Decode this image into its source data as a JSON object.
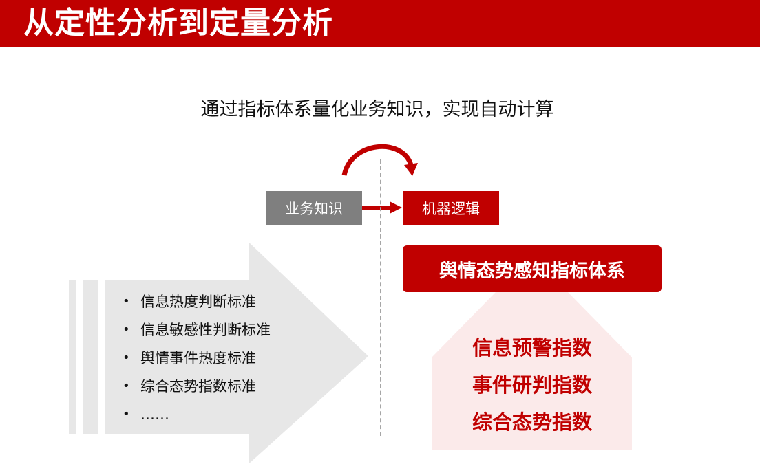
{
  "header": {
    "title": "从定性分析到定量分析"
  },
  "subtitle": "通过指标体系量化业务知识，实现自动计算",
  "flow": {
    "from_label": "业务知识",
    "to_label": "机器逻辑"
  },
  "criteria": {
    "items": [
      "信息热度判断标准",
      "信息敏感性判断标准",
      "舆情事件热度标准",
      "综合态势指数标准",
      "……"
    ]
  },
  "index_system": {
    "title": "舆情态势感知指标体系",
    "indices": [
      "信息预警指数",
      "事件研判指数",
      "综合态势指数"
    ]
  },
  "colors": {
    "accent": "#c00000",
    "grey_box": "#7f7f7f",
    "arrow_fill": "#e7e7e7",
    "pentagon_fill": "#fbeaea"
  }
}
